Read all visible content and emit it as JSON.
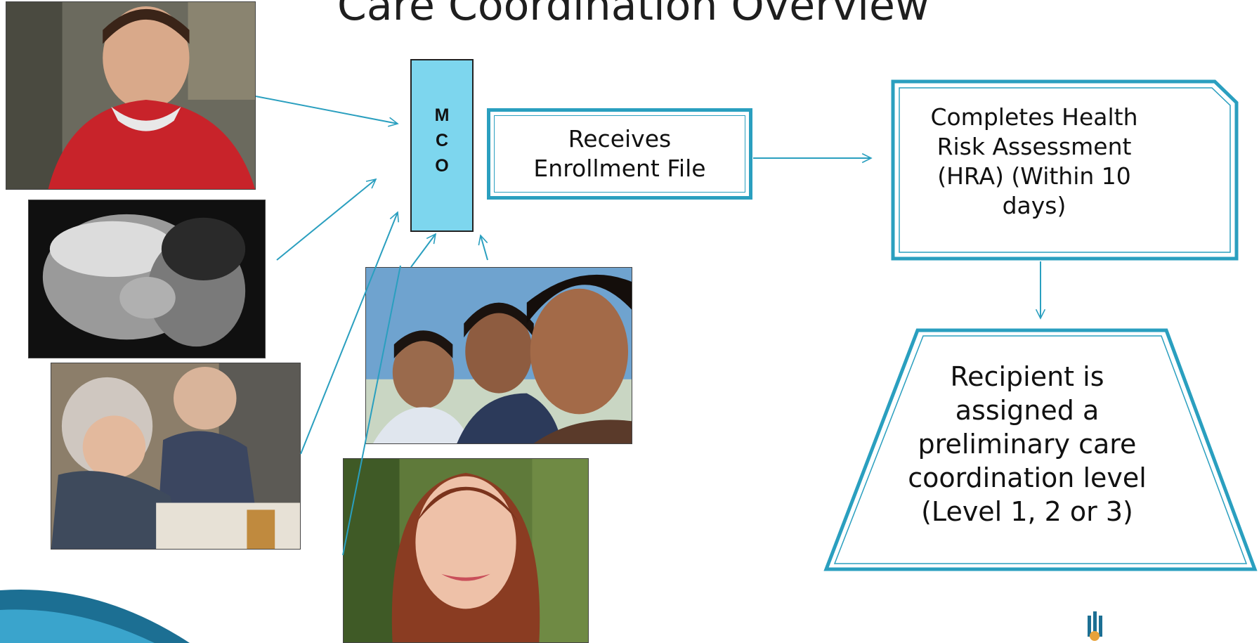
{
  "title": "Care Coordination Overview",
  "mco_letters": [
    "M",
    "C",
    "O"
  ],
  "enrollment_box": {
    "lines": [
      "Receives",
      "Enrollment File"
    ]
  },
  "hra_box": {
    "lines": [
      "Completes Health",
      "Risk Assessment",
      "(HRA) (Within 10",
      "days)"
    ]
  },
  "level_box": {
    "lines": [
      "Recipient is",
      "assigned a",
      "preliminary care",
      "coordination level",
      "(Level 1, 2 or 3)"
    ]
  },
  "photos": [
    {
      "name": "photo-boy-red-shirt"
    },
    {
      "name": "photo-mother-kissing-child"
    },
    {
      "name": "photo-elderly-couple-painting"
    },
    {
      "name": "photo-three-boys"
    },
    {
      "name": "photo-young-woman"
    }
  ],
  "colors": {
    "accent": "#2a9fbf",
    "mco_fill": "#7dd6ee",
    "arrow": "#2a9fbf"
  }
}
